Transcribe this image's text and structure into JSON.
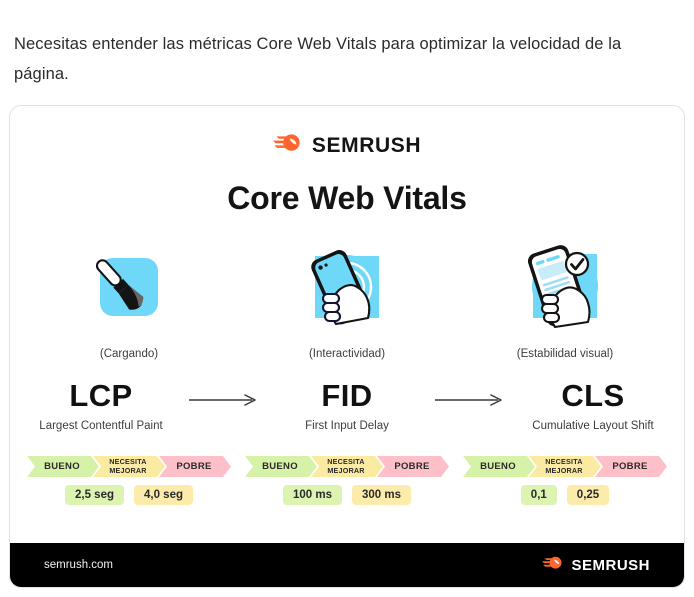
{
  "intro": {
    "text": "Necesitas entender las métricas Core Web Vitals para optimizar la velocidad de la página."
  },
  "card": {
    "brand": {
      "name": "SEMRUSH",
      "mark": "semrush-comet-icon",
      "color": "#ff642d"
    },
    "headline": "Core Web Vitals",
    "columns": [
      {
        "illustration": "paintbrush-icon",
        "caption": "(Cargando)",
        "abbr": "LCP",
        "full_name": "Largest Contentful Paint",
        "scale": {
          "good_label": "BUENO",
          "needs_improvement_label_line1": "NECESITA",
          "needs_improvement_label_line2": "MEJORAR",
          "poor_label": "POBRE",
          "good_threshold": "2,5 seg",
          "poor_threshold": "4,0 seg"
        }
      },
      {
        "illustration": "hand-tapping-phone-icon",
        "caption": "(Interactividad)",
        "abbr": "FID",
        "full_name": "First Input Delay",
        "scale": {
          "good_label": "BUENO",
          "needs_improvement_label_line1": "NECESITA",
          "needs_improvement_label_line2": "MEJORAR",
          "poor_label": "POBRE",
          "good_threshold": "100 ms",
          "poor_threshold": "300 ms"
        }
      },
      {
        "illustration": "hand-phone-checkmark-icon",
        "caption": "(Estabilidad visual)",
        "abbr": "CLS",
        "full_name": "Cumulative Layout Shift",
        "scale": {
          "good_label": "BUENO",
          "needs_improvement_label_line1": "NECESITA",
          "needs_improvement_label_line2": "MEJORAR",
          "poor_label": "POBRE",
          "good_threshold": "0,1",
          "poor_threshold": "0,25"
        }
      }
    ],
    "footer": {
      "url": "semrush.com",
      "brand_name": "SEMRUSH"
    },
    "palette": {
      "good": "#d6f2a8",
      "needs_improvement": "#fbeaa2",
      "poor": "#fdc0c8",
      "illustration_blue": "#6fd7f7",
      "footer_background": "#000000"
    }
  }
}
